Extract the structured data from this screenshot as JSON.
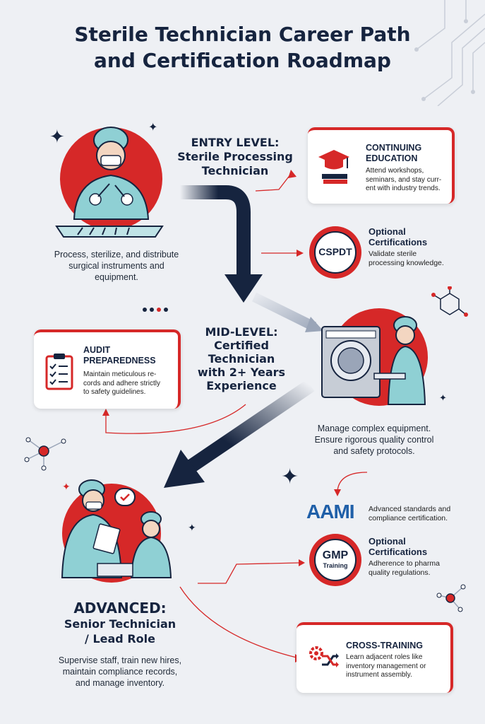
{
  "title": {
    "line1": "Sterile Technician Career Path",
    "line2": "and Certification Roadmap"
  },
  "entry": {
    "title_line1": "ENTRY LEVEL:",
    "title_line2": "Sterile Processing",
    "title_line3": "Technician",
    "desc_line1": "Process, sterilize, and distribute",
    "desc_line2": "surgical instruments and",
    "desc_line3": "equipment."
  },
  "continuing_education": {
    "title_line1": "CONTINUING",
    "title_line2": "EDUCATION",
    "text_line1": "Attend workshops,",
    "text_line2": "seminars, and stay curr-",
    "text_line3": "ent with industry trends."
  },
  "cspdt": {
    "badge": "CSPDT",
    "title_line1": "Optional",
    "title_line2": "Certifications",
    "text_line1": "Validate sterile",
    "text_line2": "processing knowledge."
  },
  "mid": {
    "title_line1": "MID-LEVEL:",
    "title_line2": "Certified",
    "title_line3": "Technician",
    "title_line4": "with 2+ Years",
    "title_line5": "Experience",
    "desc_line1": "Manage complex equipment.",
    "desc_line2": "Ensure rigorous quality control",
    "desc_line3": "and safety protocols."
  },
  "audit": {
    "title_line1": "AUDIT",
    "title_line2": "PREPAREDNESS",
    "text_line1": "Maintain meticulous re-",
    "text_line2": "cords  and adhere strictly",
    "text_line3": "to safety guidelines."
  },
  "aami": {
    "logo": "AAMI",
    "text_line1": "Advanced standards and",
    "text_line2": "compliance certification."
  },
  "gmp": {
    "badge_line1": "GMP",
    "badge_line2": "Training",
    "title_line1": "Optional",
    "title_line2": "Certifications",
    "text_line1": "Adherence to pharma",
    "text_line2": "quality regulations."
  },
  "advanced": {
    "title_line1": "ADVANCED:",
    "title_line2": "Senior Technician",
    "title_line3": "/ Lead Role",
    "desc_line1": "Supervise staff, train new hires,",
    "desc_line2": "maintain compliance records,",
    "desc_line3": "and manage inventory."
  },
  "cross_training": {
    "title": "CROSS-TRAINING",
    "text_line1": "Learn adjacent roles like",
    "text_line2": "inventory management or",
    "text_line3": "instrument assembly."
  },
  "colors": {
    "navy": "#16243f",
    "red": "#d62828",
    "teal": "#8fd0d4",
    "background": "#eef0f4"
  },
  "icons": [
    "sparkle-icon",
    "graduation-cap-icon",
    "clipboard-checklist-icon",
    "molecule-icon",
    "network-node-icon",
    "checkmark-bubble-icon",
    "gears-shuffle-icon"
  ]
}
